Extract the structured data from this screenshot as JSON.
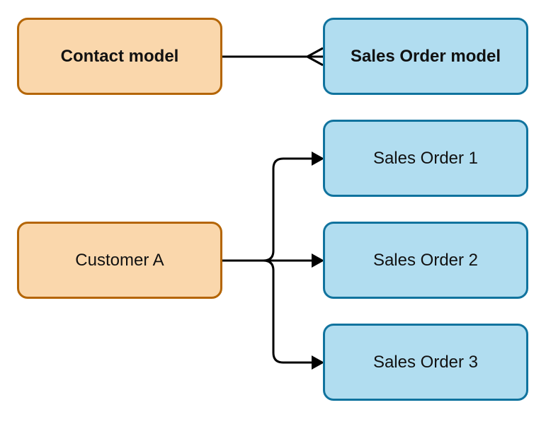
{
  "nodes": {
    "contact_model": "Contact model",
    "sales_order_model": "Sales Order model",
    "customer_a": "Customer A",
    "sales_order_1": "Sales Order 1",
    "sales_order_2": "Sales Order 2",
    "sales_order_3": "Sales Order 3"
  },
  "edges": [
    {
      "from": "contact_model",
      "to": "sales_order_model",
      "style": "one-to-many crow's foot"
    },
    {
      "from": "customer_a",
      "to": "sales_order_1",
      "style": "arrow"
    },
    {
      "from": "customer_a",
      "to": "sales_order_2",
      "style": "arrow"
    },
    {
      "from": "customer_a",
      "to": "sales_order_3",
      "style": "arrow"
    }
  ],
  "colors": {
    "orange_fill": "#fad7ac",
    "orange_border": "#b46504",
    "blue_fill": "#b1ddf0",
    "blue_border": "#10739e",
    "connector": "#000000"
  }
}
